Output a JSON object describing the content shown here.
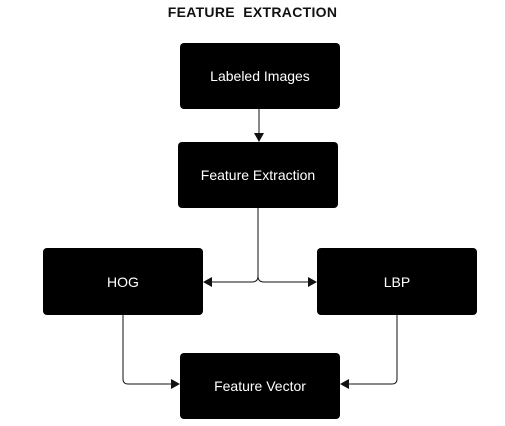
{
  "diagram": {
    "title": "FEATURE  EXTRACTION",
    "nodes": {
      "labeled_images": "Labeled Images",
      "feature_extraction": "Feature Extraction",
      "hog": "HOG",
      "lbp": "LBP",
      "feature_vector": "Feature Vector"
    },
    "edges": [
      {
        "from": "Labeled Images",
        "to": "Feature Extraction"
      },
      {
        "from": "Feature Extraction",
        "to": "HOG"
      },
      {
        "from": "Feature Extraction",
        "to": "LBP"
      },
      {
        "from": "HOG",
        "to": "Feature Vector"
      },
      {
        "from": "LBP",
        "to": "Feature Vector"
      }
    ],
    "colors": {
      "node_fill": "#000000",
      "node_text": "#ffffff",
      "edge": "#111111"
    }
  }
}
